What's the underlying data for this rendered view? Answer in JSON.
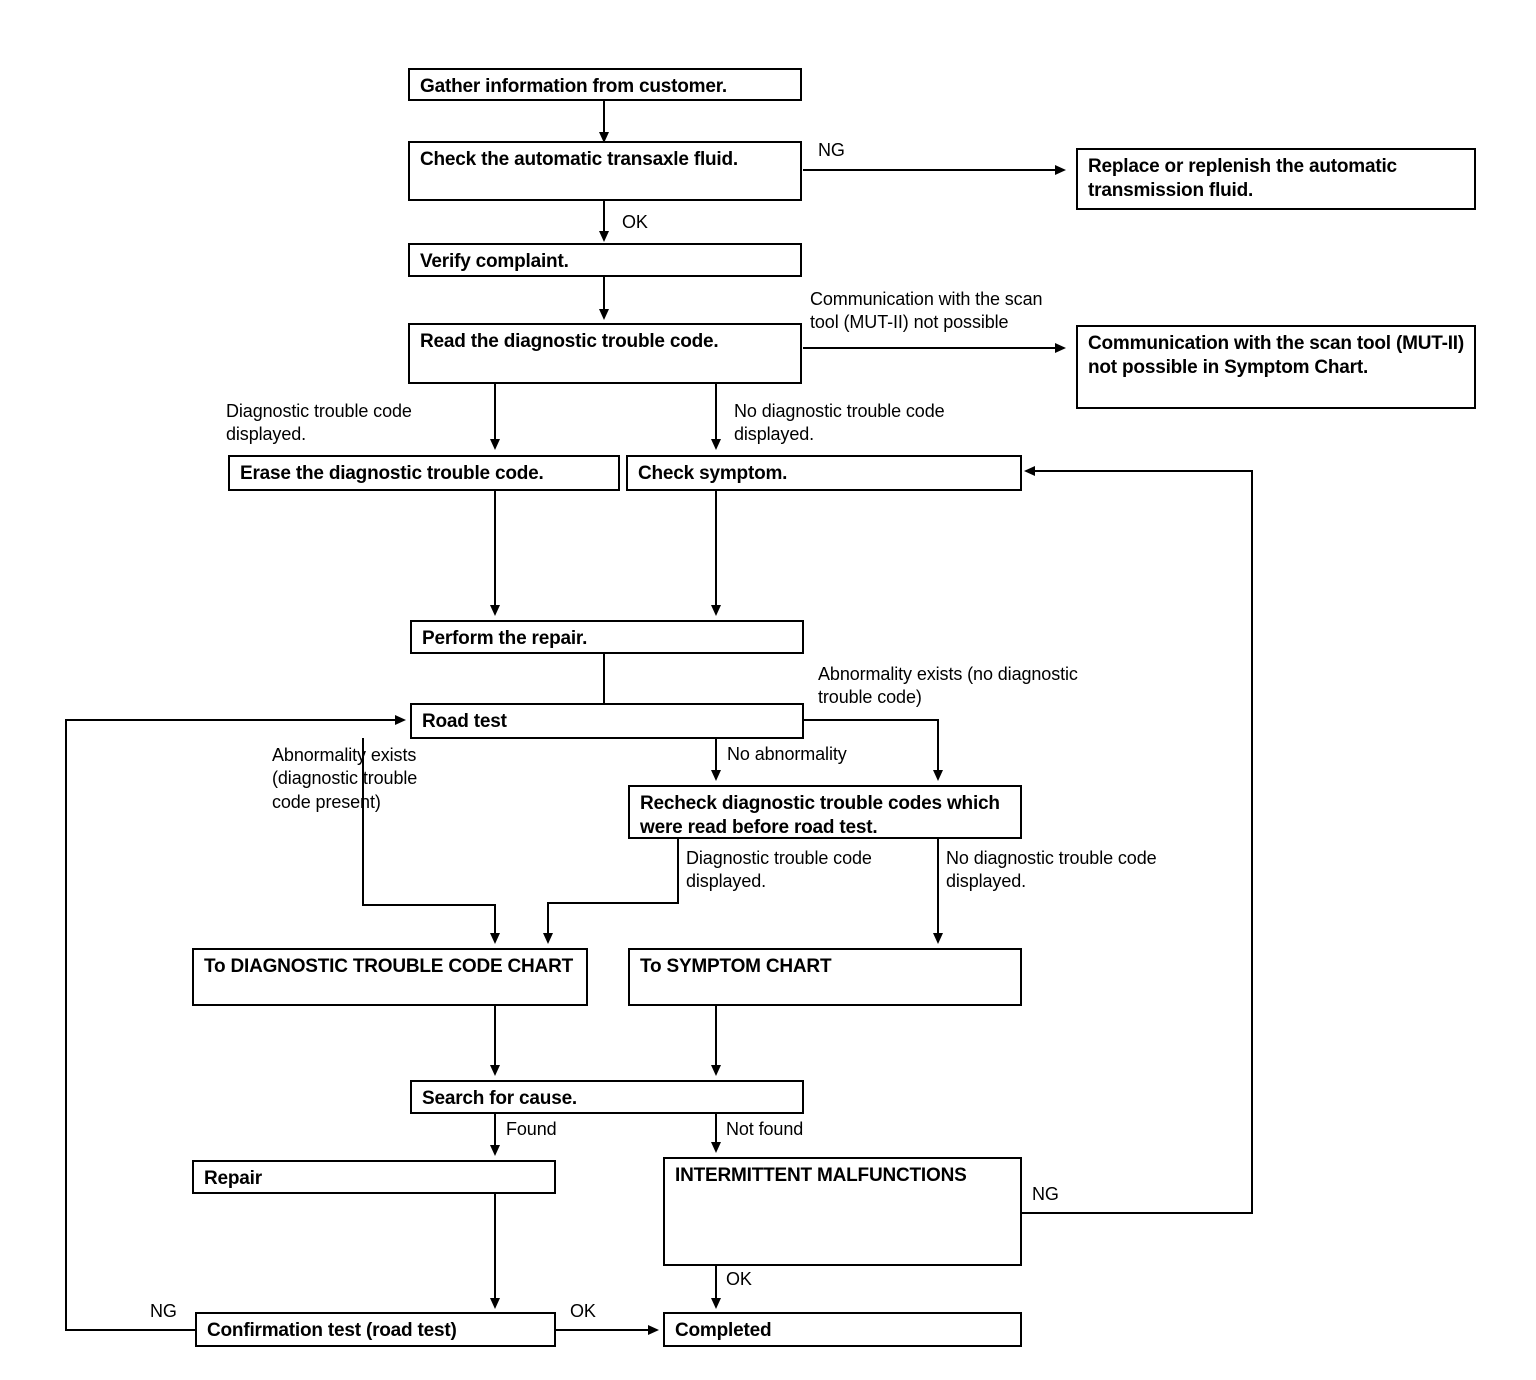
{
  "diagram": {
    "title": "Automatic transaxle diagnostic troubleshooting flowchart",
    "stroke_color": "#000000",
    "background_color": "#ffffff",
    "nodes": [
      {
        "id": "gather",
        "text": "Gather information from customer."
      },
      {
        "id": "check_fluid",
        "text": "Check the automatic transaxle fluid."
      },
      {
        "id": "replace",
        "text": "Replace or replenish the automatic transmission fluid."
      },
      {
        "id": "verify",
        "text": "Verify complaint."
      },
      {
        "id": "read_dtc",
        "text": "Read the diagnostic trouble code."
      },
      {
        "id": "comm_fail",
        "text": "Communication with the scan tool (MUT-II) not possible in Symptom Chart."
      },
      {
        "id": "erase_dtc",
        "text": "Erase the diagnostic trouble code."
      },
      {
        "id": "check_symp",
        "text": "Check symptom."
      },
      {
        "id": "perform",
        "text": "Perform the repair."
      },
      {
        "id": "road_test",
        "text": "Road test"
      },
      {
        "id": "recheck",
        "text": "Recheck diagnostic trouble codes which were read before road test."
      },
      {
        "id": "to_dtc",
        "text": "To DIAGNOSTIC TROUBLE CODE CHART"
      },
      {
        "id": "to_symptom",
        "text": "To SYMPTOM CHART"
      },
      {
        "id": "search",
        "text": "Search for cause."
      },
      {
        "id": "repair",
        "text": "Repair"
      },
      {
        "id": "intermittent",
        "text": "INTERMITTENT MALFUNCTIONS"
      },
      {
        "id": "confirm",
        "text": "Confirmation test (road test)"
      },
      {
        "id": "completed",
        "text": "Completed"
      }
    ],
    "edge_labels": [
      {
        "id": "ng_fluid",
        "text": "NG"
      },
      {
        "id": "ok_fluid",
        "text": "OK"
      },
      {
        "id": "comm_not_poss",
        "text": "Communication with the scan\ntool (MUT-II) not possible"
      },
      {
        "id": "dtc_displayed",
        "text": "Diagnostic trouble code\ndisplayed."
      },
      {
        "id": "no_dtc_displayed",
        "text": "No diagnostic trouble code\ndisplayed."
      },
      {
        "id": "abn_no_dtc",
        "text": "Abnormality exists (no diagnostic\ntrouble code)"
      },
      {
        "id": "abn_dtc",
        "text": "Abnormality exists\n(diagnostic trouble\ncode present)"
      },
      {
        "id": "no_abnormality",
        "text": "No abnormality"
      },
      {
        "id": "dtc_displayed_2",
        "text": "Diagnostic trouble code\ndisplayed."
      },
      {
        "id": "no_dtc_displayed_2",
        "text": "No diagnostic trouble code\ndisplayed."
      },
      {
        "id": "found",
        "text": "Found"
      },
      {
        "id": "not_found",
        "text": "Not found"
      },
      {
        "id": "ng_intermittent",
        "text": "NG"
      },
      {
        "id": "ok_intermittent",
        "text": "OK"
      },
      {
        "id": "ng_confirm",
        "text": "NG"
      },
      {
        "id": "ok_confirm",
        "text": "OK"
      }
    ]
  }
}
